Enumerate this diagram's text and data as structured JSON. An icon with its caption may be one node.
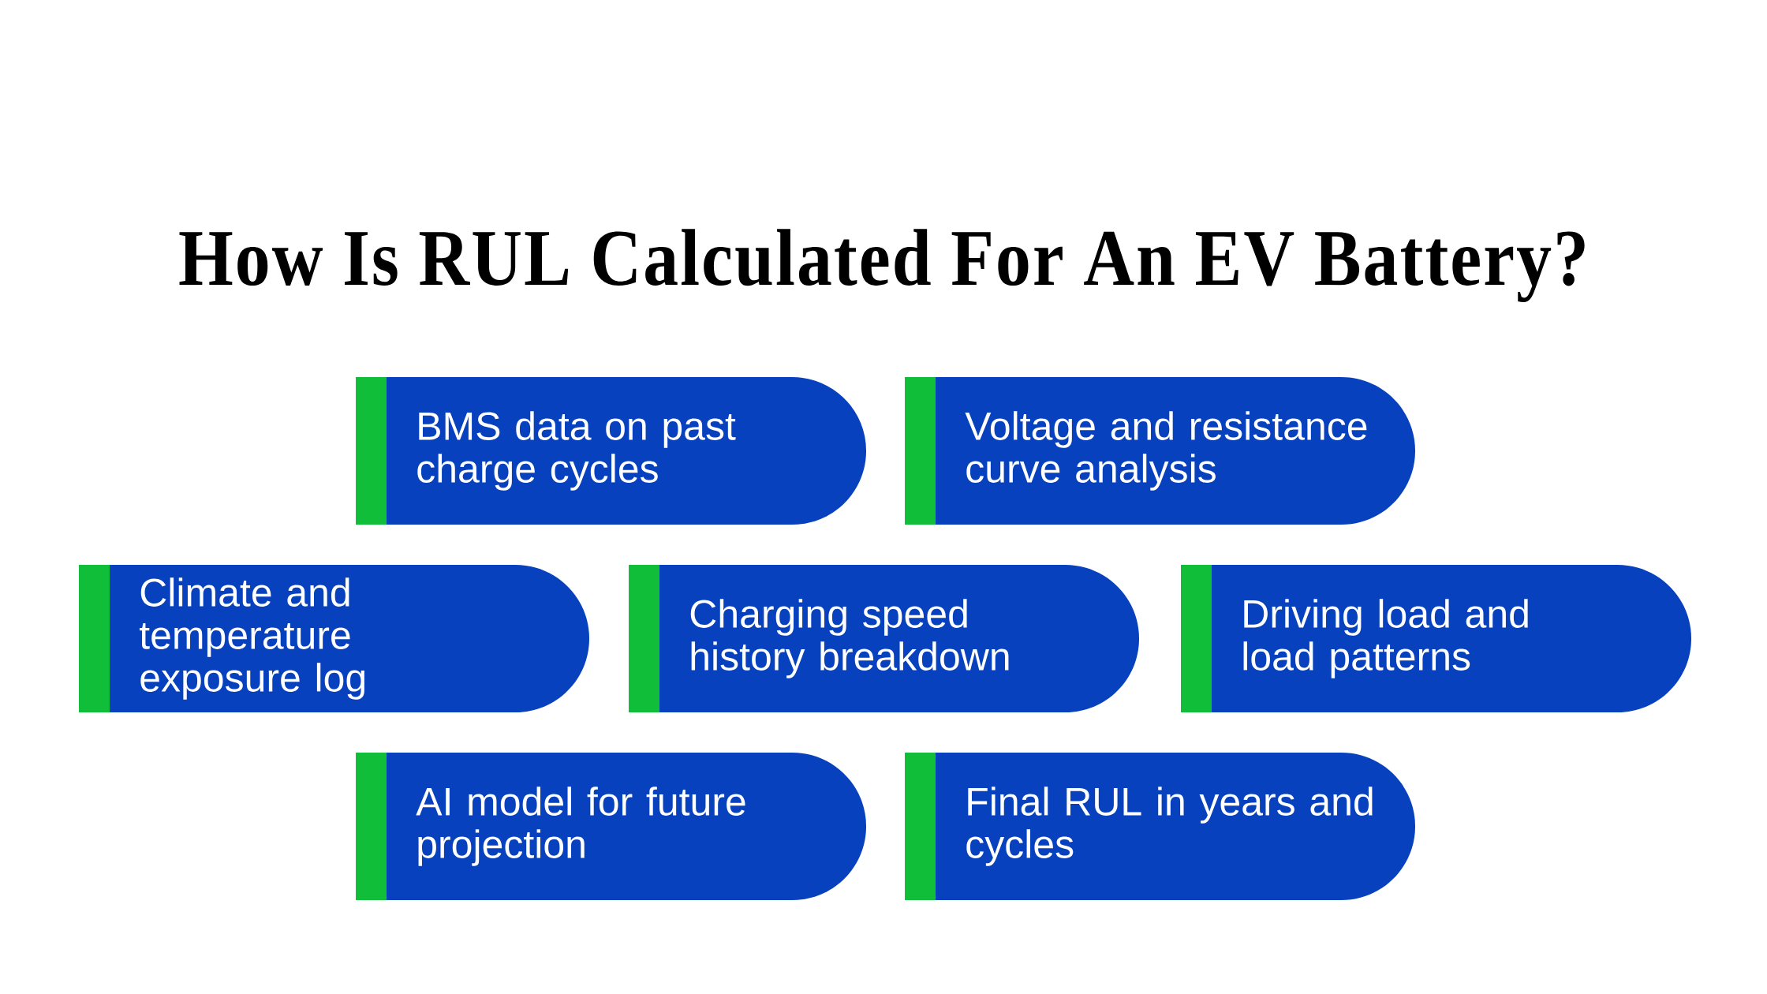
{
  "diagram": {
    "title": "How Is RUL Calculated For An EV Battery?",
    "nodes": [
      {
        "text": [
          "BMS data on past charge cycles"
        ]
      },
      {
        "text": [
          "Voltage and resistance curve analysis"
        ]
      },
      {
        "text": [
          "Climate and temperature exposure log"
        ]
      },
      {
        "text": [
          "Charging speed history breakdown"
        ]
      },
      {
        "text": [
          "Driving load and load patterns"
        ]
      },
      {
        "text": [
          "AI model for future projection"
        ]
      },
      {
        "text": [
          "Final RUL in years and cycles"
        ]
      }
    ]
  }
}
